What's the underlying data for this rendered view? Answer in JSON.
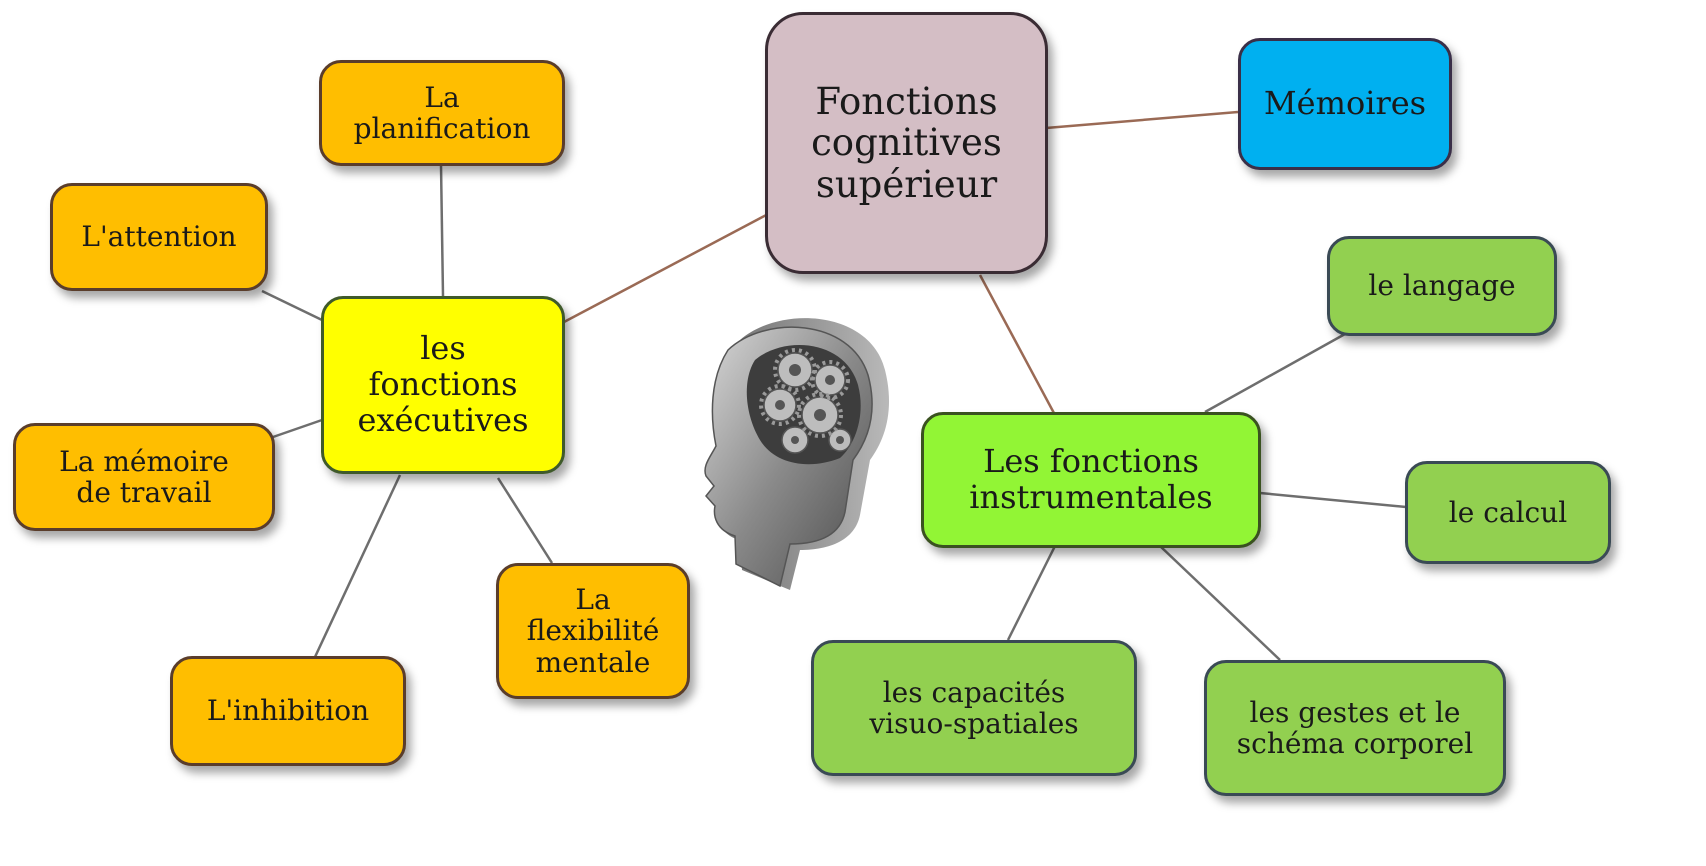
{
  "colors": {
    "executive_branch": "#ffbe00",
    "executive_hub": "#ffff00",
    "root": "#d4bec5",
    "memory": "#00b0f0",
    "instrumental_hub": "#92f535",
    "instrumental_branch": "#92d050",
    "root_link": "#9a6a55",
    "leaf_link": "#707070"
  },
  "nodes": {
    "root": "Fonctions\ncognitives\nsupérieur",
    "memoires": "Mémoires",
    "executives": "les\nfonctions\nexécutives",
    "planification": "La\nplanification",
    "attention": "L'attention",
    "memoire_travail": "La mémoire\nde travail",
    "inhibition": "L'inhibition",
    "flexibilite": "La\nflexibilité\nmentale",
    "instrumentales": "Les fonctions\ninstrumentales",
    "langage": "le langage",
    "calcul": "le calcul",
    "visuo": "les capacités\nvisuo-spatiales",
    "gestes": "les gestes et le\nschéma corporel"
  },
  "illustration": "head-with-gears-icon"
}
